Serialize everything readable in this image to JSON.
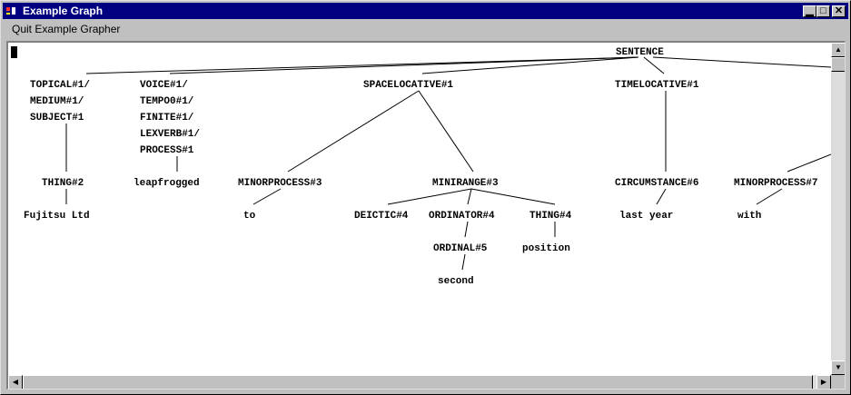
{
  "window": {
    "title": "Example Graph"
  },
  "titlebar_buttons": {
    "minimize": "▁",
    "maximize": "□",
    "close": "✕"
  },
  "menu": {
    "items": [
      "Quit Example Grapher"
    ]
  },
  "graph": {
    "nodes": {
      "sentence": "SENTENCE",
      "topical_lines": [
        "TOPICAL#1/",
        "MEDIUM#1/",
        "SUBJECT#1"
      ],
      "voice_lines": [
        "VOICE#1/",
        "TEMPO0#1/",
        "FINITE#1/",
        "LEXVERB#1/",
        "PROCESS#1"
      ],
      "spacelocative": "SPACELOCATIVE#1",
      "timelocative": "TIMELOCATIVE#1",
      "thing2": "THING#2",
      "leapfrogged": "leapfrogged",
      "minorprocess3": "MINORPROCESS#3",
      "minirange3": "MINIRANGE#3",
      "circumstance6": "CIRCUMSTANCE#6",
      "minorprocess7": "MINORPROCESS#7",
      "fujitsu": "Fujitsu Ltd",
      "to": "to",
      "deictic4": "DEICTIC#4",
      "ordinator4": "ORDINATOR#4",
      "thing4": "THING#4",
      "last_year": "last year",
      "with": "with",
      "ordinal5": "ORDINAL#5",
      "position": "position",
      "second": "second"
    }
  }
}
